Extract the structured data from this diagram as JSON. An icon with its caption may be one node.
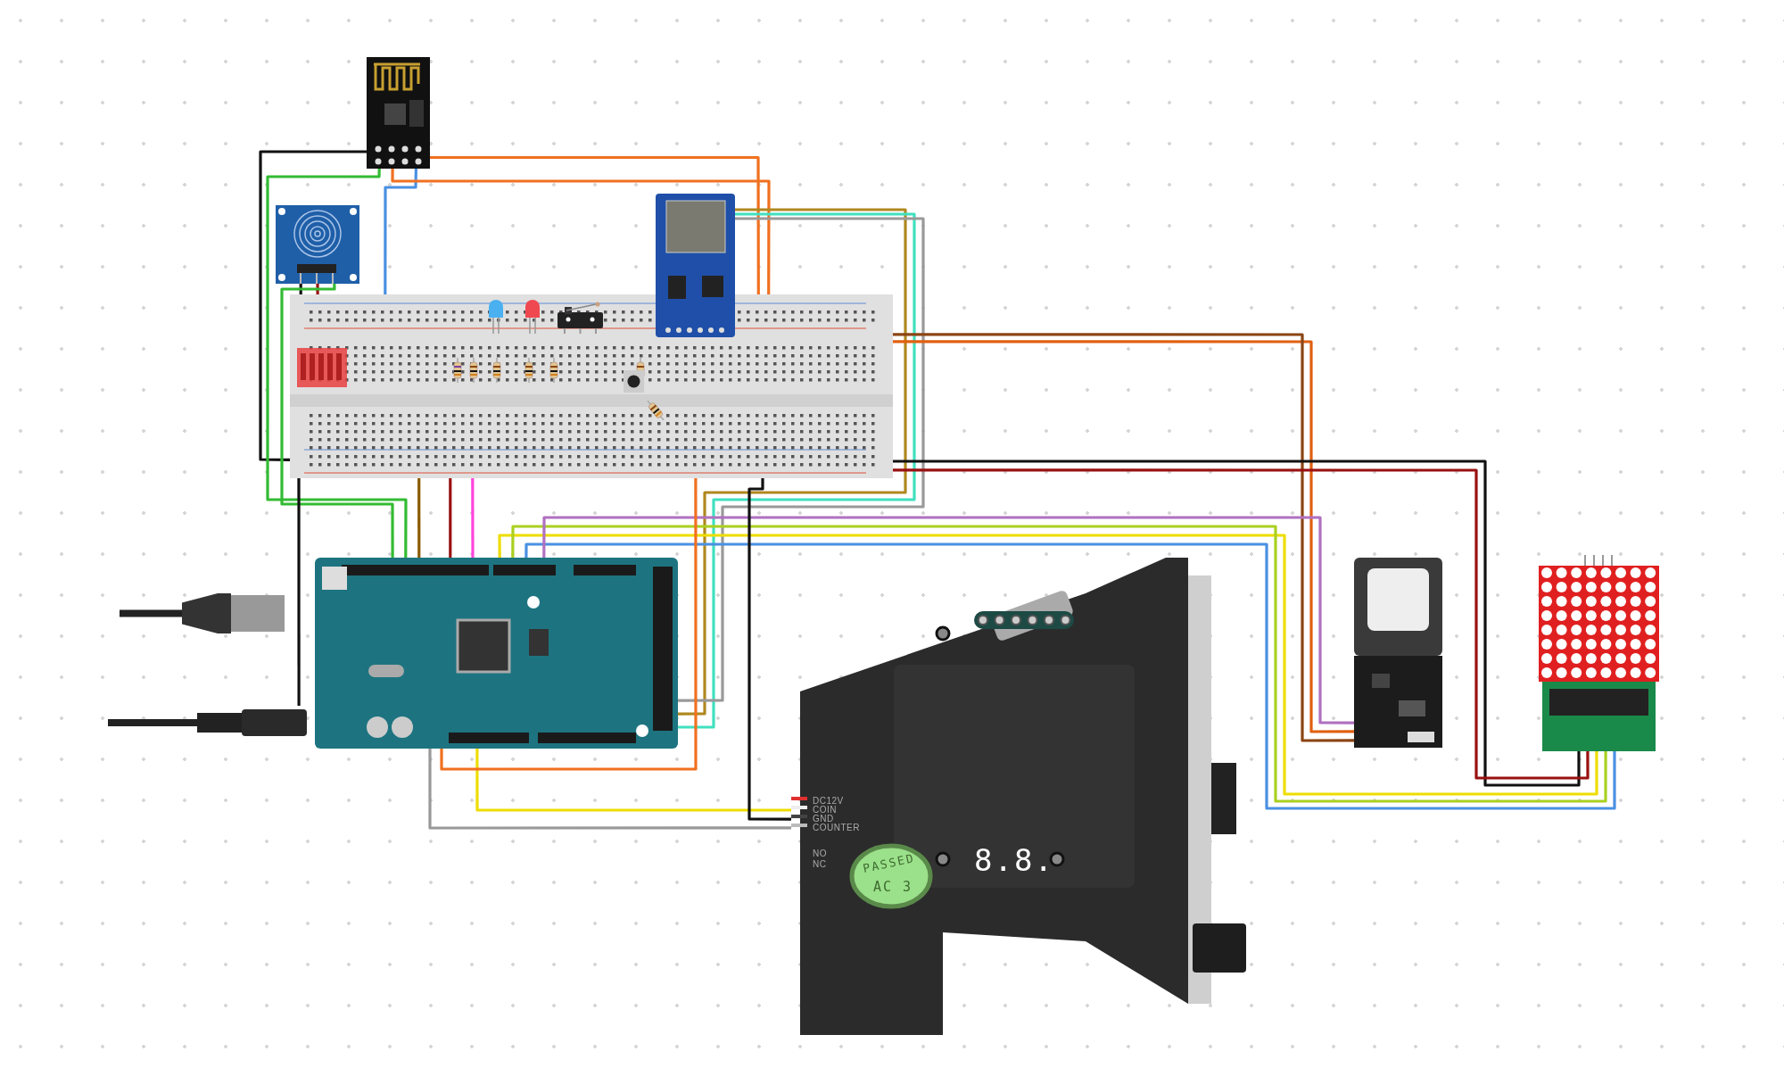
{
  "diagram": {
    "nodes": [
      {
        "text": [],
        "shape": "picture"
      },
      {
        "text": [],
        "shape": "picture"
      },
      {
        "text": [],
        "shape": "picture"
      },
      {
        "text": [],
        "shape": "picture"
      },
      {
        "text": [],
        "shape": "picture",
        "in": 0
      },
      {
        "text": [],
        "shape": "picture",
        "in": 0
      },
      {
        "text": [],
        "shape": "picture",
        "in": 0
      },
      {
        "text": [],
        "shape": "picture",
        "in": 0
      },
      {
        "text": [],
        "shape": "picture"
      },
      {
        "text": [
          "DC12V",
          "COIN",
          "GND",
          "COUNTER",
          "NO",
          "NC",
          "PASSED",
          "AC 3",
          "8.8."
        ]
      },
      {
        "text": [],
        "shape": "picture"
      },
      {
        "text": [],
        "shape": "picture"
      },
      {
        "text": [],
        "shape": "picture"
      },
      {
        "text": [],
        "shape": "picture"
      }
    ],
    "edges": [
      {
        "from": 1,
        "to": 0,
        "arrow": "none",
        "color": "#111111"
      },
      {
        "from": 1,
        "to": 8,
        "arrow": "none",
        "color": "#33bb33"
      },
      {
        "from": 1,
        "to": 0,
        "arrow": "none",
        "color": "#4a90e2"
      },
      {
        "from": 1,
        "to": 0,
        "arrow": "none",
        "color": "#f07020"
      },
      {
        "from": 1,
        "to": 0,
        "arrow": "none",
        "color": "#f07020"
      },
      {
        "from": 2,
        "to": 0,
        "arrow": "none",
        "color": "#111111"
      },
      {
        "from": 2,
        "to": 0,
        "arrow": "none",
        "color": "#991111"
      },
      {
        "from": 2,
        "to": 8,
        "arrow": "none",
        "color": "#33bb33"
      },
      {
        "from": 3,
        "to": 8,
        "arrow": "none",
        "color": "#b08820"
      },
      {
        "from": 3,
        "to": 8,
        "arrow": "none",
        "color": "#40e0c0"
      },
      {
        "from": 3,
        "to": 8,
        "arrow": "none",
        "color": "#999999"
      },
      {
        "from": 0,
        "to": 10,
        "arrow": "none",
        "color": "#e06010"
      },
      {
        "from": 0,
        "to": 10,
        "arrow": "none",
        "color": "#8b4513"
      },
      {
        "from": 0,
        "to": 11,
        "arrow": "none",
        "color": "#111111"
      },
      {
        "from": 0,
        "to": 11,
        "arrow": "none",
        "color": "#991111"
      },
      {
        "from": 8,
        "to": 11,
        "arrow": "none",
        "color": "#eedd00"
      },
      {
        "from": 8,
        "to": 11,
        "arrow": "none",
        "color": "#aad020"
      },
      {
        "from": 8,
        "to": 11,
        "arrow": "none",
        "color": "#4a90e2"
      },
      {
        "from": 8,
        "to": 10,
        "arrow": "none",
        "color": "#b070c0"
      },
      {
        "from": 8,
        "to": 9,
        "arrow": "none",
        "color": "#eedd00"
      },
      {
        "from": 8,
        "to": 9,
        "arrow": "none",
        "color": "#999999"
      },
      {
        "from": 0,
        "to": 9,
        "arrow": "none",
        "color": "#111111"
      },
      {
        "from": 0,
        "to": 13,
        "arrow": "none",
        "color": "#111111"
      },
      {
        "from": 0,
        "to": 8,
        "arrow": "none",
        "color": "#f07020"
      },
      {
        "from": 0,
        "to": 8,
        "arrow": "none",
        "color": "#991111"
      },
      {
        "from": 0,
        "to": 8,
        "arrow": "none",
        "color": "#ff44dd"
      },
      {
        "from": 0,
        "to": 8,
        "arrow": "none",
        "color": "#8b5a00"
      }
    ]
  }
}
